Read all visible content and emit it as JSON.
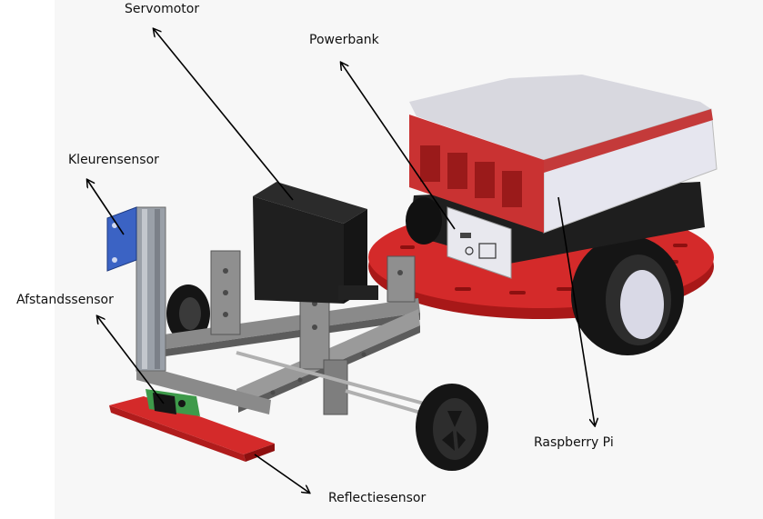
{
  "labels": {
    "servomotor": "Servomotor",
    "powerbank": "Powerbank",
    "kleurensensor": "Kleurensensor",
    "afstandssensor": "Afstandssensor",
    "raspberry_pi": "Raspberry Pi",
    "reflectiesensor": "Reflectiesensor"
  },
  "colors": {
    "chassis_red": "#d42a2a",
    "chassis_red_dark": "#a81818",
    "frame_gray": "#8a8a8a",
    "frame_gray_dark": "#5c5c5c",
    "servo_black": "#1f1f1f",
    "wheel_black": "#151515",
    "color_sensor_blue": "#3b63c4",
    "distance_sensor_green": "#3e9a4a",
    "case_white": "#e6e6ef",
    "arrow": "#000000"
  },
  "icons": [
    "robot-car-model"
  ]
}
